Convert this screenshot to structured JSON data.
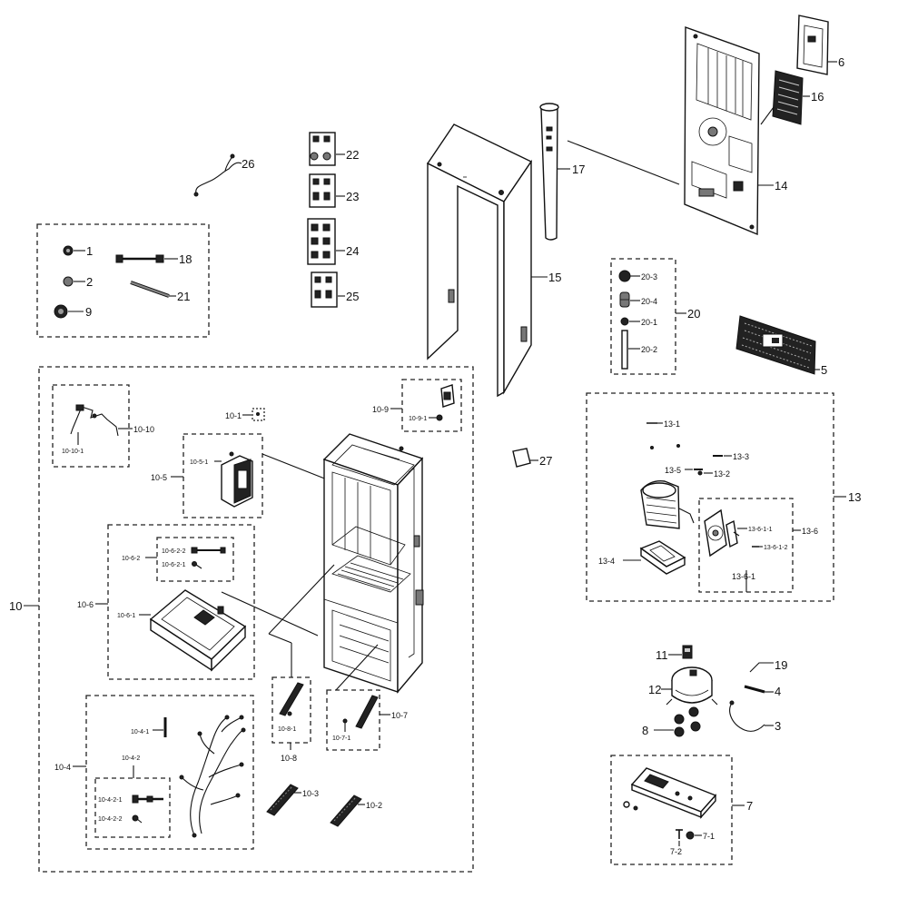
{
  "diagram": {
    "callouts": {
      "c1": "1",
      "c2": "2",
      "c9": "9",
      "c18": "18",
      "c21": "21",
      "c26": "26",
      "c22": "22",
      "c23": "23",
      "c24": "24",
      "c25": "25",
      "c17": "17",
      "c15": "15",
      "c6": "6",
      "c16": "16",
      "c14": "14",
      "c20": "20",
      "c20_3": "20-3",
      "c20_4": "20-4",
      "c20_1": "20-1",
      "c20_2": "20-2",
      "c5": "5",
      "c27": "27",
      "c13": "13",
      "c13_1": "13-1",
      "c13_3": "13-3",
      "c13_5": "13-5",
      "c13_2": "13-2",
      "c13_4": "13-4",
      "c13_6": "13-6",
      "c13_6_1": "13-6-1",
      "c13_6_1_1": "13-6-1-1",
      "c13_6_1_2": "13-6-1-2",
      "c10": "10",
      "c10_1": "10-1",
      "c10_9": "10-9",
      "c10_9_1": "10-9-1",
      "c10_10": "10-10",
      "c10_10_1": "10-10-1",
      "c10_5": "10-5",
      "c10_5_1": "10-5-1",
      "c10_6": "10-6",
      "c10_6_1": "10-6-1",
      "c10_6_2": "10-6-2",
      "c10_6_2_2": "10-6-2-2",
      "c10_6_2_1": "10-6-2-1",
      "c10_8": "10-8",
      "c10_8_1": "10-8-1",
      "c10_7": "10-7",
      "c10_7_1": "10-7-1",
      "c10_4": "10-4",
      "c10_4_1": "10-4-1",
      "c10_4_2": "10-4-2",
      "c10_4_2_1": "10-4-2-1",
      "c10_4_2_2": "10-4-2-2",
      "c10_3": "10-3",
      "c10_2": "10-2",
      "c11": "11",
      "c12": "12",
      "c19": "19",
      "c4": "4",
      "c8": "8",
      "c3": "3",
      "c7": "7",
      "c7_1": "7-1",
      "c7_2": "7-2"
    }
  }
}
